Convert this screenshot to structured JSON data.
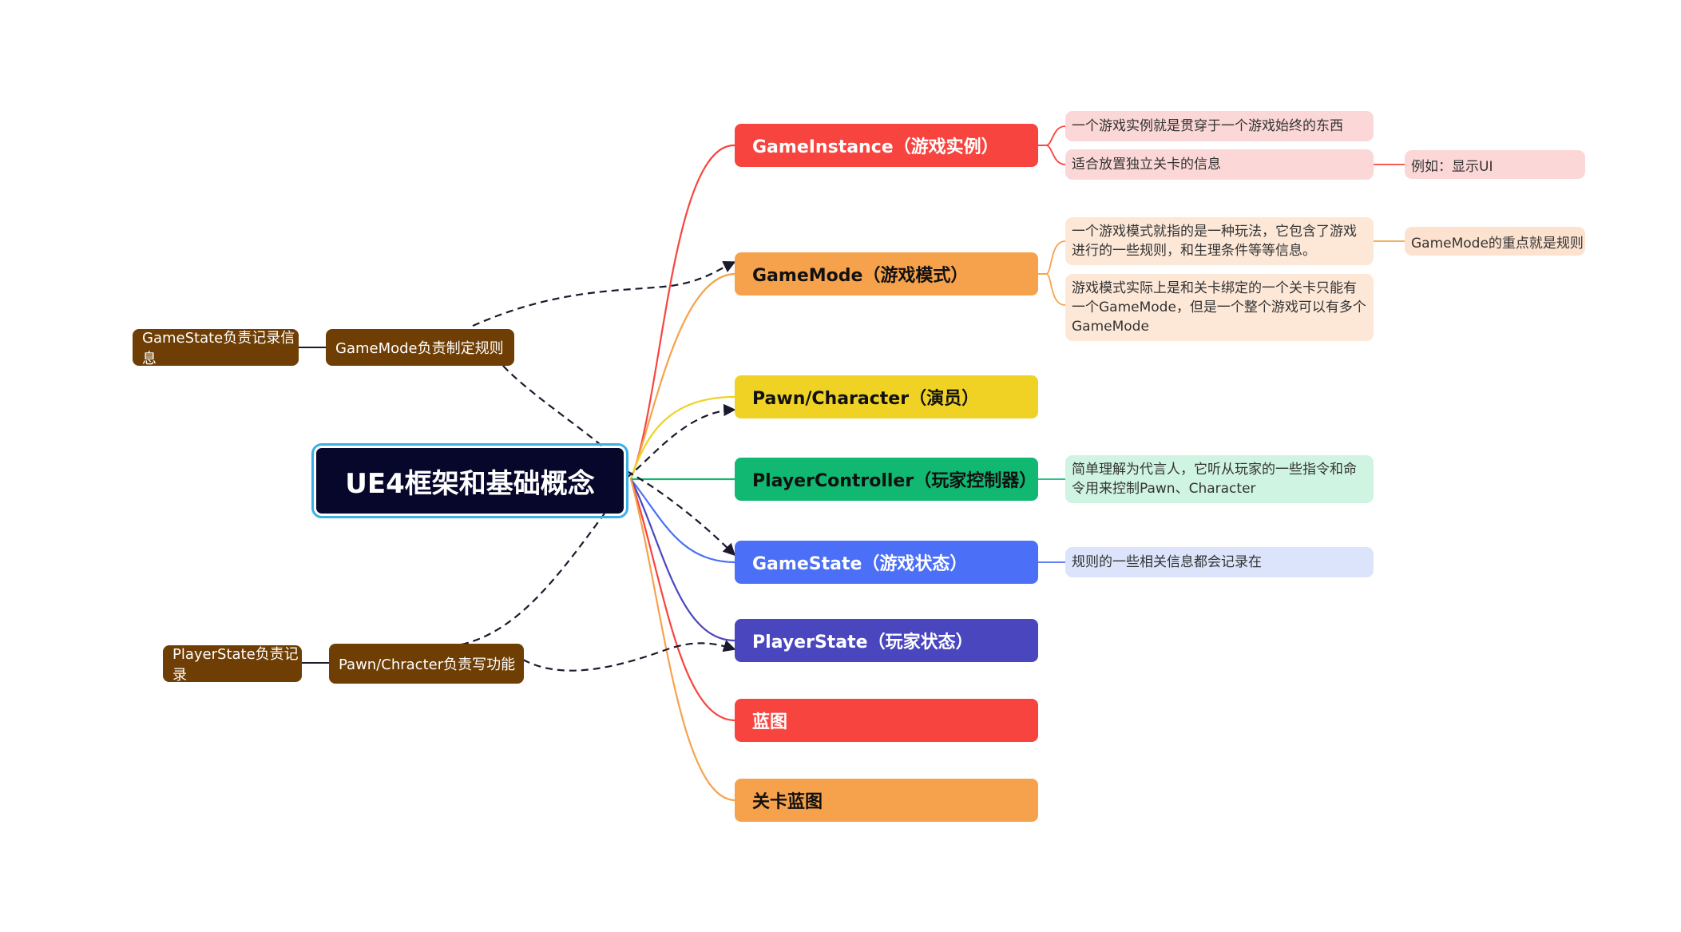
{
  "root": {
    "title": "UE4框架和基础概念"
  },
  "branches": [
    {
      "label": "GameInstance（游戏实例）",
      "color": "#f7443f",
      "text_color": "#ffffff"
    },
    {
      "label": "GameMode（游戏模式）",
      "color": "#f6a24c",
      "text_color": "#111111"
    },
    {
      "label": "Pawn/Character（演员）",
      "color": "#f0d225",
      "text_color": "#111111"
    },
    {
      "label": "PlayerController（玩家控制器）",
      "color": "#10b871",
      "text_color": "#111111"
    },
    {
      "label": "GameState（游戏状态）",
      "color": "#4b6ff6",
      "text_color": "#ffffff"
    },
    {
      "label": "PlayerState（玩家状态）",
      "color": "#4a46be",
      "text_color": "#ffffff"
    },
    {
      "label": "蓝图",
      "color": "#f7443f",
      "text_color": "#ffffff"
    },
    {
      "label": "关卡蓝图",
      "color": "#f6a24c",
      "text_color": "#111111"
    }
  ],
  "notes": [
    {
      "text": "一个游戏实例就是贯穿于一个游戏始终的东西",
      "bg": "#fcd7d7"
    },
    {
      "text": "适合放置独立关卡的信息",
      "bg": "#fcd7d7"
    },
    {
      "text": "一个游戏模式就指的是一种玩法，它包含了游戏进行的一些规则，和生理条件等等信息。",
      "bg": "#fde8d8"
    },
    {
      "text": "游戏模式实际上是和关卡绑定的一个关卡只能有一个GameMode，但是一个整个游戏可以有多个GameMode",
      "bg": "#fde8d8"
    },
    {
      "text": "简单理解为代言人，它听从玩家的一些指令和命令用来控制Pawn、Character",
      "bg": "#d0f4e2"
    },
    {
      "text": "规则的一些相关信息都会记录在",
      "bg": "#dce4fb"
    }
  ],
  "side_notes": [
    {
      "text": "例如：显示UI",
      "bg": "#fcd7d7"
    },
    {
      "text": "GameMode的重点就是规则",
      "bg": "#fde3cf"
    }
  ],
  "floating": [
    {
      "text": "GameState负责记录信息"
    },
    {
      "text": "GameMode负责制定规则"
    },
    {
      "text": "PlayerState负责记录"
    },
    {
      "text": "Pawn/Chracter负责写功能"
    }
  ],
  "colors": {
    "brown": "#6e3e05",
    "root_bg": "#07072b",
    "root_outline": "#3ab0e6",
    "dashed_link": "#1a1a2e"
  }
}
